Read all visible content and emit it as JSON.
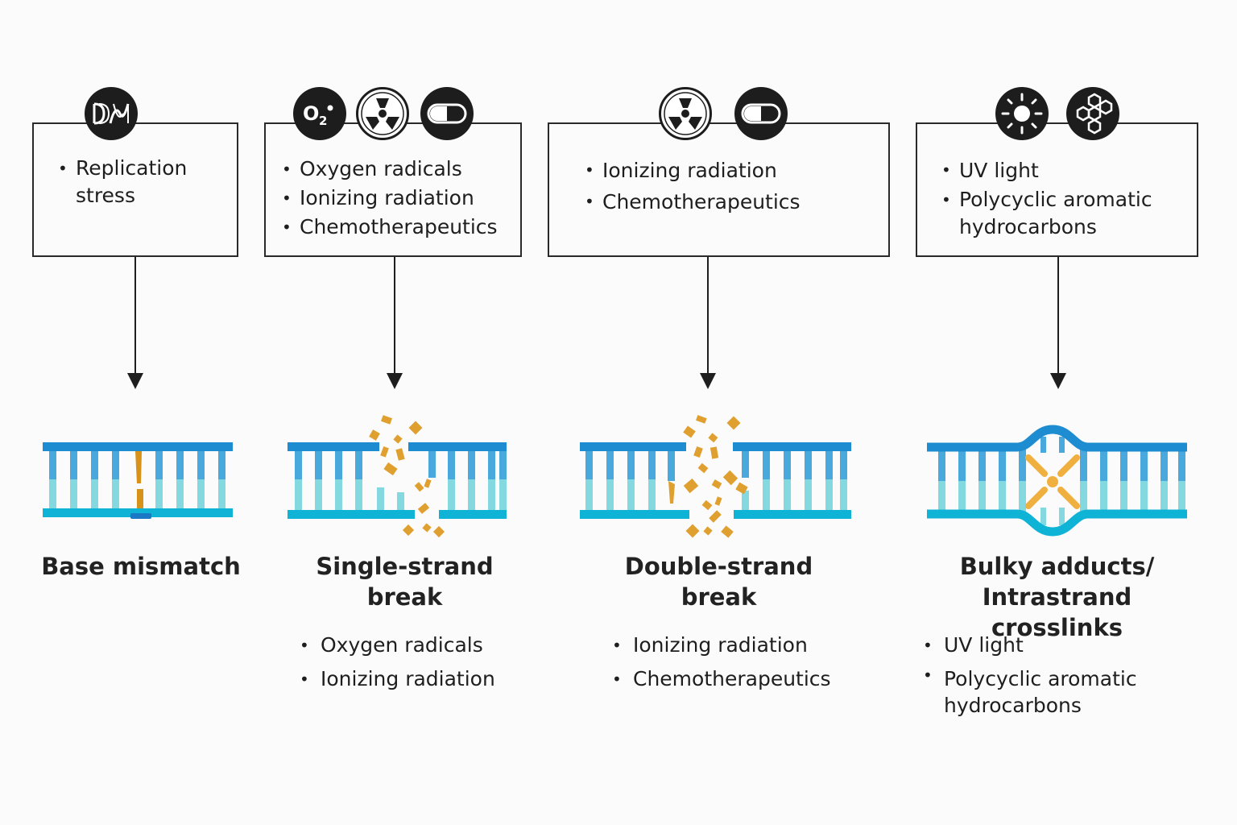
{
  "colors": {
    "strand_top": "#1e8cd0",
    "strand_bottom": "#0fb3d6",
    "rung_top": "#4aa9dc",
    "rung_bottom": "#84d9e0",
    "damage": "#e0a030",
    "outline": "#1e1e1e"
  },
  "columns": [
    {
      "id": "base-mismatch",
      "icons": [
        {
          "name": "dna-icon",
          "glyph": "ⅅⅅ"
        }
      ],
      "sources": [
        "Replication stress"
      ],
      "damage_type": "Base mismatch",
      "title_lines": [
        "Base mismatch"
      ],
      "causes": []
    },
    {
      "id": "single-strand-break",
      "icons": [
        {
          "name": "oxygen-radical-icon",
          "glyph": "O₂•"
        },
        {
          "name": "radiation-icon",
          "glyph": "☢"
        },
        {
          "name": "pill-icon",
          "glyph": "💊"
        }
      ],
      "sources": [
        "Oxygen radicals",
        "Ionizing radiation",
        "Chemotherapeutics"
      ],
      "title_lines": [
        "Single-strand",
        "break"
      ],
      "causes": [
        "Oxygen radicals",
        "Ionizing radiation"
      ]
    },
    {
      "id": "double-strand-break",
      "icons": [
        {
          "name": "radiation-icon",
          "glyph": "☢"
        },
        {
          "name": "pill-icon",
          "glyph": "💊"
        }
      ],
      "sources": [
        "Ionizing radiation",
        "Chemotherapeutics"
      ],
      "title_lines": [
        "Double-strand",
        "break"
      ],
      "causes": [
        "Ionizing radiation",
        "Chemotherapeutics"
      ]
    },
    {
      "id": "bulky-adducts",
      "icons": [
        {
          "name": "sun-uv-icon",
          "glyph": "☀"
        },
        {
          "name": "polycyclic-hydrocarbon-icon",
          "glyph": "⬡"
        }
      ],
      "sources": [
        "UV light",
        "Polycyclic aromatic hydrocarbons"
      ],
      "title_lines": [
        "Bulky adducts/",
        "Intrastrand crosslinks"
      ],
      "causes": [
        "UV light",
        "Polycyclic aromatic hydrocarbons"
      ]
    }
  ]
}
